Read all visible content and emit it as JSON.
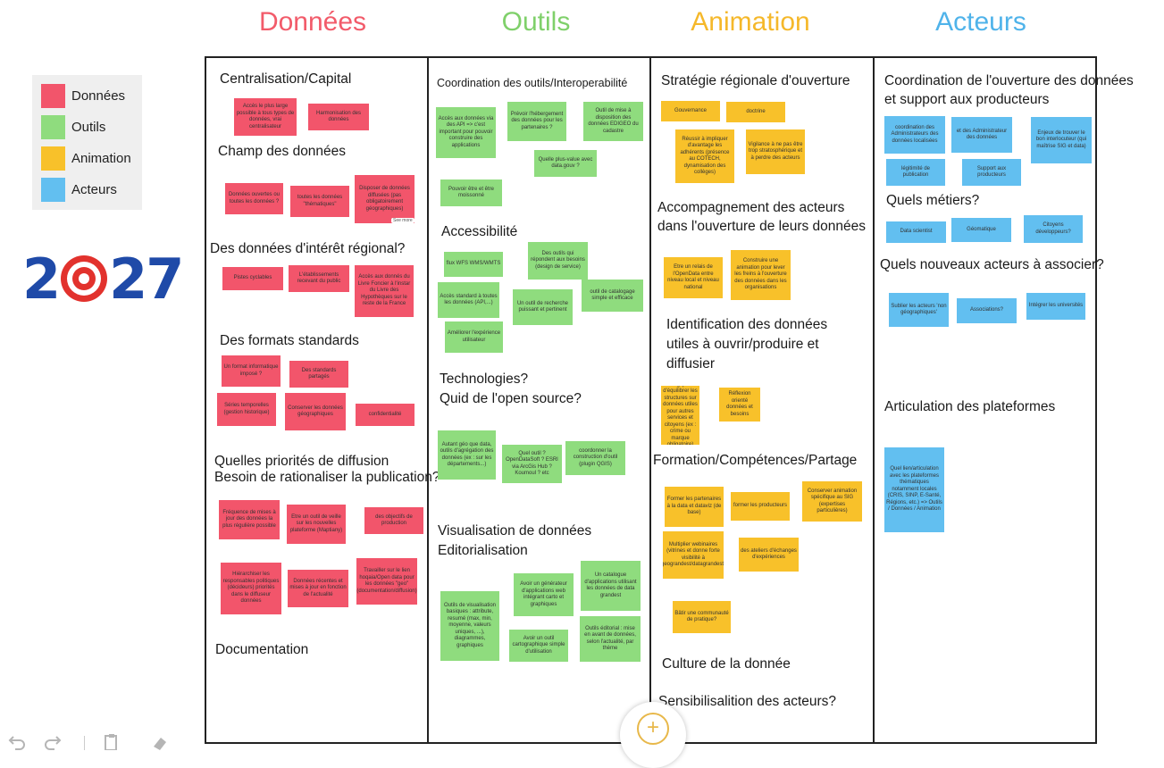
{
  "columns": [
    {
      "title": "Données",
      "color": "#f25b6a"
    },
    {
      "title": "Outils",
      "color": "#7fd06a"
    },
    {
      "title": "Animation",
      "color": "#f5b82a"
    },
    {
      "title": "Acteurs",
      "color": "#4fb3ea"
    }
  ],
  "legend": [
    {
      "label": "Données",
      "color": "#f2556b"
    },
    {
      "label": "Outils",
      "color": "#8fdc7e"
    },
    {
      "label": "Animation",
      "color": "#f8c12a"
    },
    {
      "label": "Acteurs",
      "color": "#62bff0"
    }
  ],
  "logo": {
    "left": "2",
    "right": "27"
  },
  "sections": {
    "d1": "Centralisation/Capital",
    "d2": "Champ des données",
    "d3": "Des données d'intérêt régional?",
    "d4": "Des formats standards",
    "d5a": "Quelles priorités de diffusion",
    "d5b": "Besoin de rationaliser la publication?",
    "d6": "Documentation",
    "o1": "Coordination des outils/Interoperabilité",
    "o2": "Accessibilité",
    "o3a": "Technologies?",
    "o3b": "Quid de l'open source?",
    "o4a": "Visualisation de données",
    "o4b": "Editorialisation",
    "a1": "Stratégie régionale d'ouverture",
    "a2a": "Accompagnement des acteurs",
    "a2b": "dans l'ouverture de leurs données",
    "a3a": "Identification des données",
    "a3b": "utiles à ouvrir/produire et",
    "a3c": "diffusier",
    "a4": "Formation/Compétences/Partage",
    "a5": "Culture de la donnée",
    "a6": "Sensibilisalition des acteurs?",
    "c1a": "Coordination de l'ouverture des données",
    "c1b": "et support aux producteurs",
    "c2": "Quels métiers?",
    "c3": "Quels nouveaux acteurs à associer?",
    "c4": "Articulation des plateformes"
  },
  "notes": {
    "d1": "Accès le plus large possible à tous types de données, vrai centralisateur",
    "d2": "Harmonisation des données",
    "d3": "Données ouvertes ou toutes les données ?",
    "d4": "toutes les données \"thématiques\"",
    "d5": "Disposer de données diffusées (pas obligatoirement géographiques)",
    "d6": "Pistes cyclables",
    "d7": "L'établissements recevant du public",
    "d8": "Accès aux donnés du Livre Foncier à l'instar du Livre des Hypothèques sur le reste de la France",
    "d9": "Un format informatique imposé ?",
    "d10": "Des standards partagés",
    "d11": "Séries temporelles (gestion historique)",
    "d12": "Conserver les données géographiques",
    "d13": "confidentialité",
    "d14": "Fréquence de mises à jour des données la plus régulière possible",
    "d15": "Etre un outil de veille sur les nouvelles plateforme (Maptiany)",
    "d16": "des objectifs de production",
    "d17": "Hiérarchiser les responsables politiques (décideurs) priorités dans le diffuseur données",
    "d18": "Données récentes et mises à jour en fonction de l'actualité",
    "d19": "Travailler sur le lien hoqaia/Open data pour les données \"geo\" (documentation/diffusion)",
    "o1": "Accès aux données via des API => c'est important pour pouvoir construire des applications",
    "o2": "Prévoir l'hébergement des données pour les partenaires ?",
    "o3": "Outil de mise à disposition des données EDIGEO du cadastre",
    "o4": "Quelle plus-value avec data.gouv ?",
    "o5": "Pouvoir être et être moissonné",
    "o6": "flux WFS WMS/WMTS",
    "o7": "Des outils qui répondent aux besoins (design de service)",
    "o8": "Accès standard à toutes les données (API,...)",
    "o9": "Un outil de recherche puissant et pertinent",
    "o10": "outil de catalogage simple et efficace",
    "o11": "Améliorer l'expérience utilisateur",
    "o12": "Autant géo que data, outils d'agrégation des données (ex : sur les départements...)",
    "o13": "Quel outil ? OpenDataSoft ? ESRI via ArcGis Hub ? Koumoul ? etc",
    "o14": "coordonner la construction d'outil (plugin QGIS)",
    "o15": "Un catalogue d'applications utilisant les données de data grandest",
    "o16": "Avoir un générateur d'applications web intégrant carto et graphiques",
    "o17": "Outils de visualisation basiques : attribute, resumé (max, min, moyenne, valeurs uniques, ...), diagrammes, graphiques",
    "o18": "Outils éditorial : mise en avant de données, selon l'actualité, par thème",
    "o19": "Avoir un outil cartographique simple d'utilisation",
    "a1": "Gouvernance",
    "a2": "doctrine",
    "a3": "Réussir à impliquer d'avantage les adhérents (présence au COTECH, dynamisation des collèges)",
    "a4": "Vigilance à ne pas être trop stratosphérique et à perdre des acteurs",
    "a5": "Etre un relais de l'OpenData entre niveau local et niveau national",
    "a6": "Construire une animation pour lever les freins à l'ouverture des données dans les organisations",
    "a7": "Logique d'équilibrer les structures sur données utiles pour autres services et citoyens (ex : crime ou marque obligatoire)",
    "a8": "Réflexion orienté données et besoins",
    "a9": "Former les partenaires à la data et dataviz (de base)",
    "a10": "former les producteurs",
    "a11": "Conserver animation spécifique au SIG (expertises particulières)",
    "a12": "Multiplier webinaires (vitrines et donne forte visibilité à geograndest/datagrandest)",
    "a13": "des ateliers d'échanges d'expériences",
    "a14": "Bâtir une communauté de pratique?",
    "c1": "coordination des Administrateurs des données localisées",
    "c2": "et des Administrateur des données",
    "c3": "Enjeux de trouver le bon interlocuteur (qui maîtrise SIG et data)",
    "c4": "légitimité de publication",
    "c5": "Support aux producteurs",
    "c6": "Data scientist",
    "c7": "Géomatique",
    "c8": "Citoyens développeurs?",
    "c9": "Sublier les acteurs 'non géographiques'",
    "c10": "Associations?",
    "c11": "Intégrer les universités",
    "c12": "Quel lien/articulation avec les plateformes thématiques notamment locales (CRIS, SINP, E-Santé, Régions, etc.) => Outils / Données / Animation"
  },
  "note_more": "See more",
  "add_button": "+",
  "toolbar": [
    "undo-icon",
    "redo-icon",
    "paste-icon",
    "eraser-icon"
  ]
}
